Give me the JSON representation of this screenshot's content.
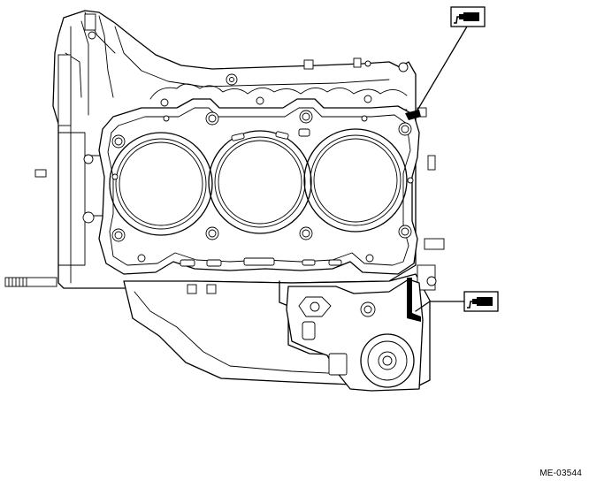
{
  "figure": {
    "code": "ME-03544"
  },
  "callouts": [
    {
      "icon": "liquid-gasket-icon",
      "target": "upper-right-sealing-point"
    },
    {
      "icon": "liquid-gasket-icon",
      "target": "lower-right-sealing-point"
    }
  ]
}
